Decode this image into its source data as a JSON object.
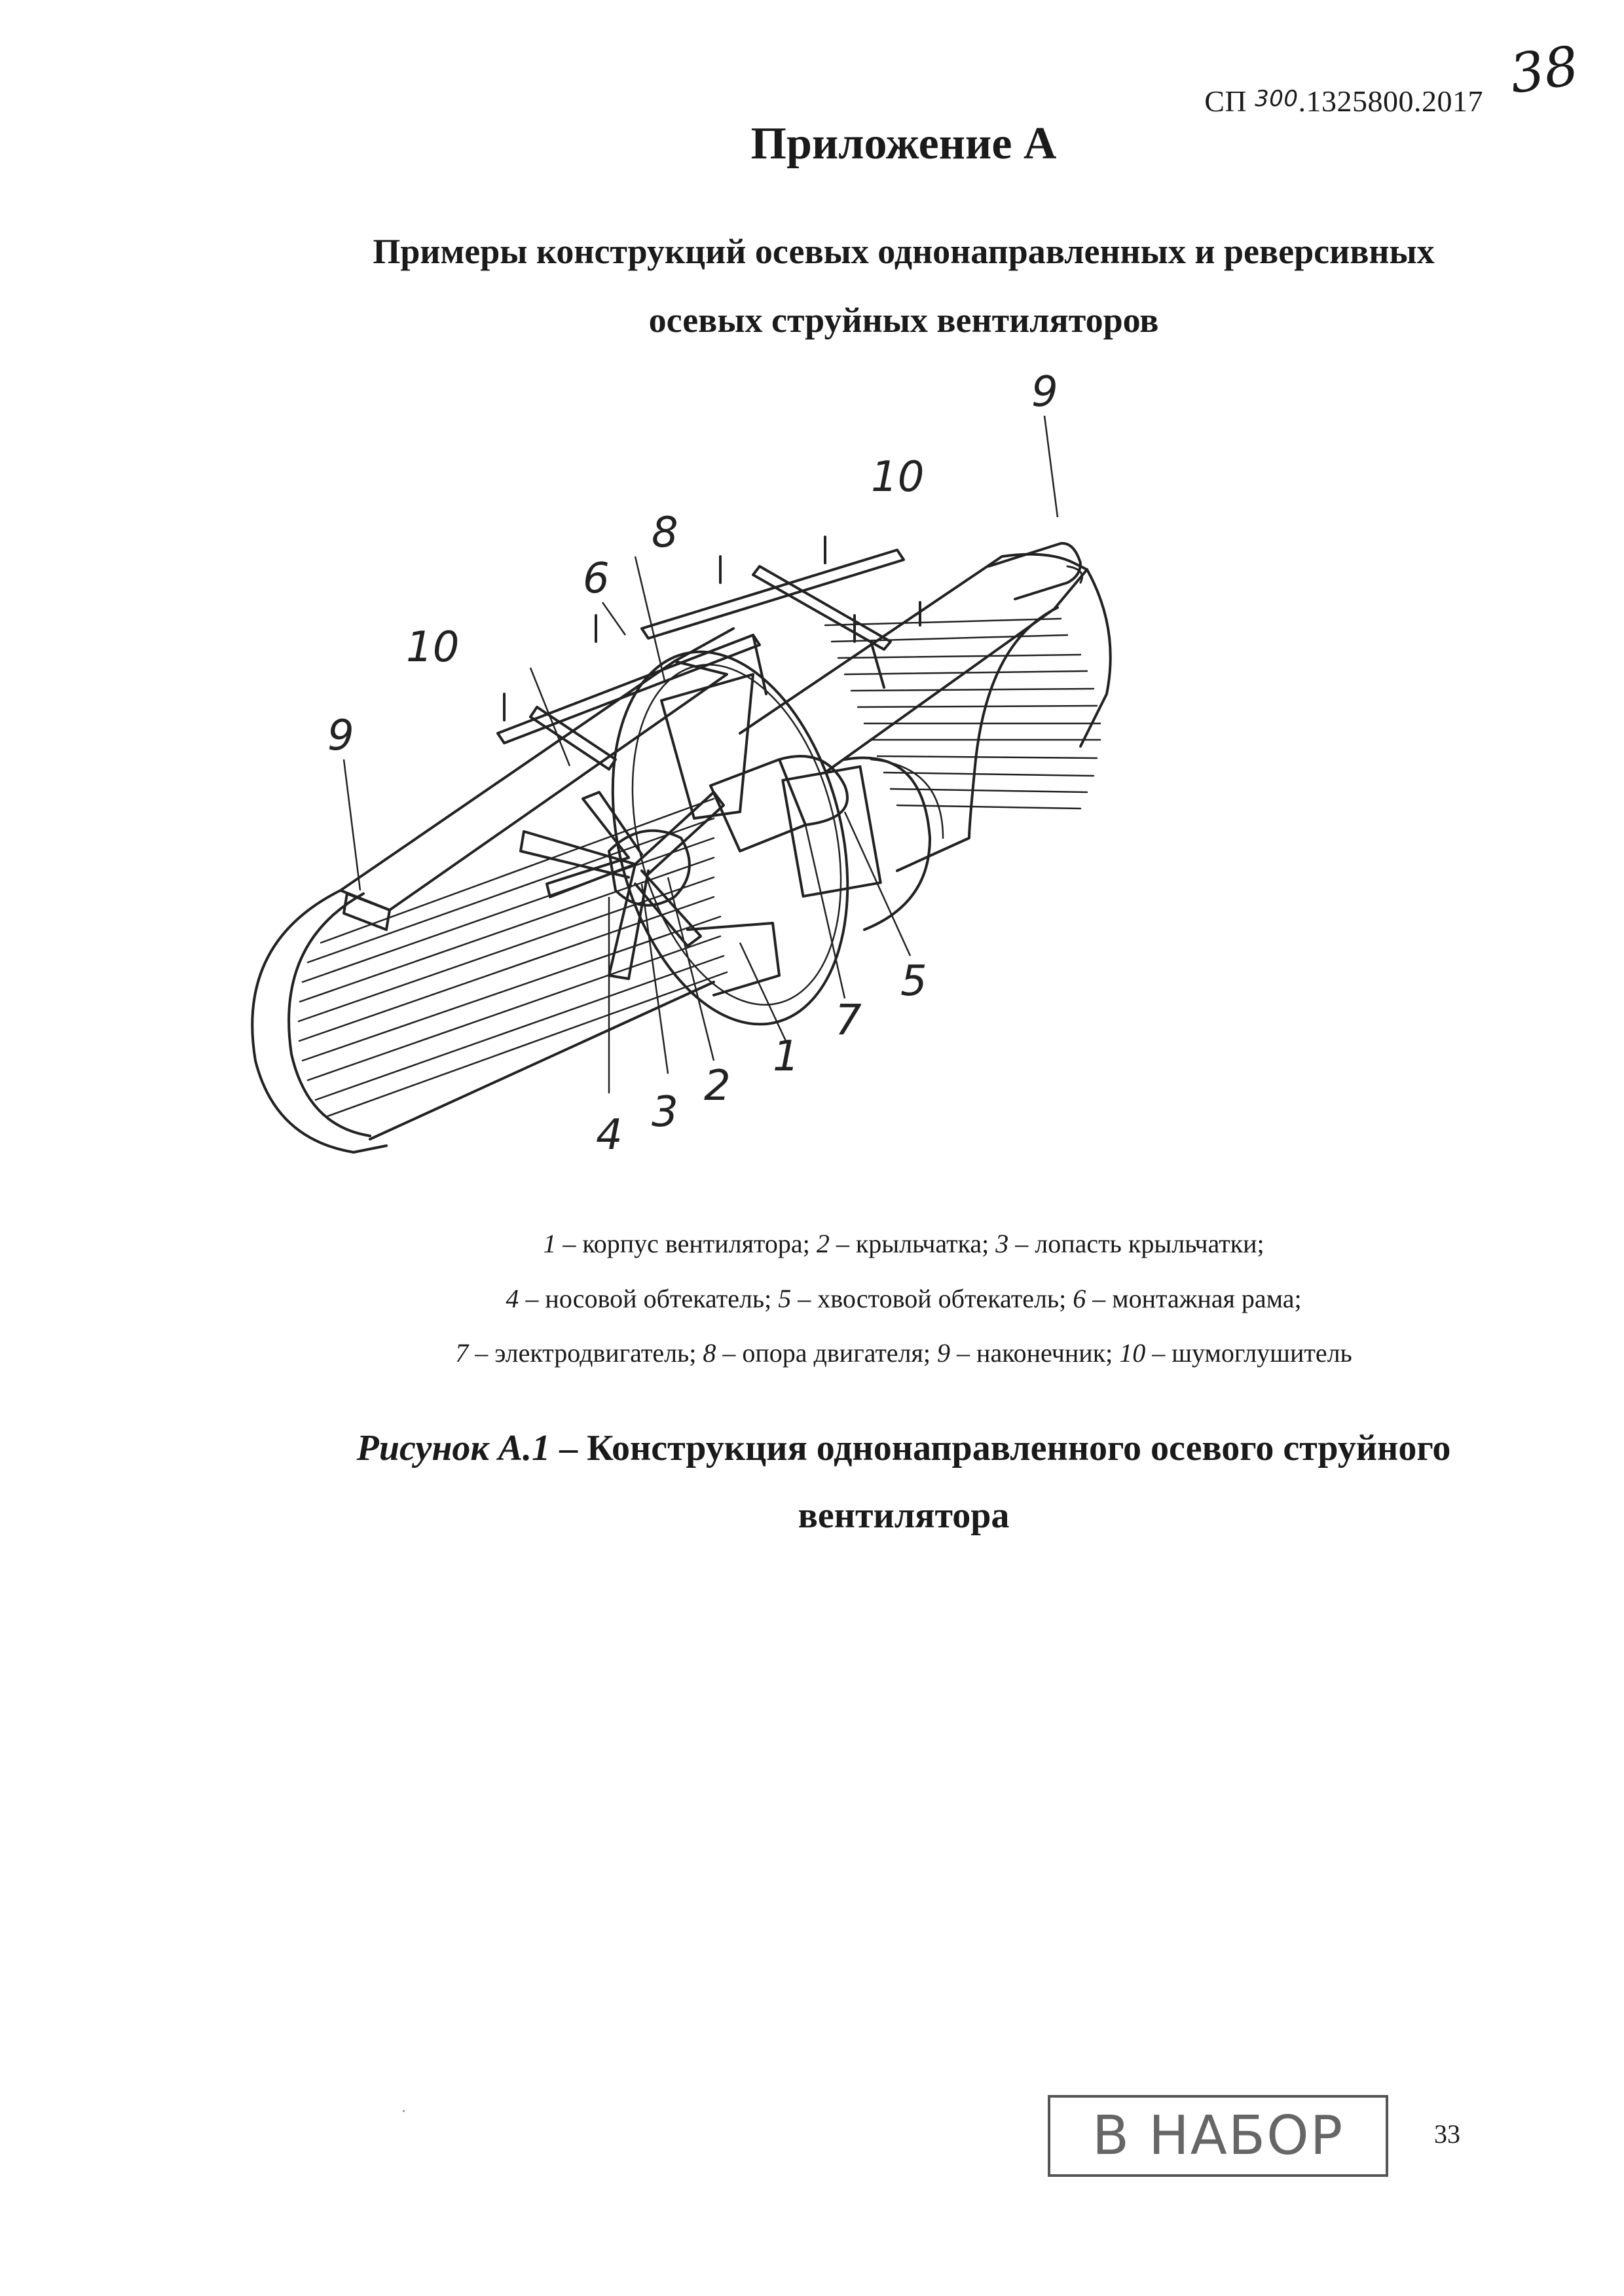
{
  "header": {
    "doc_prefix": "СП ",
    "doc_handwritten": "300",
    "doc_suffix": ".1325800.2017",
    "handwritten_page": "38"
  },
  "appendix_title": "Приложение А",
  "subtitle": {
    "line1": "Примеры конструкций осевых однонаправленных и реверсивных",
    "line2": "осевых струйных вентиляторов"
  },
  "figure": {
    "callouts": [
      "1",
      "2",
      "3",
      "4",
      "5",
      "6",
      "7",
      "8",
      "9",
      "10",
      "9",
      "10"
    ]
  },
  "legend": [
    [
      {
        "n": "1",
        "t": " – корпус вентилятора; "
      },
      {
        "n": "2",
        "t": " – крыльчатка; "
      },
      {
        "n": "3",
        "t": " – лопасть крыльчатки;"
      }
    ],
    [
      {
        "n": "4",
        "t": " – носовой обтекатель; "
      },
      {
        "n": "5",
        "t": " – хвостовой обтекатель; "
      },
      {
        "n": "6",
        "t": " – монтажная рама;"
      }
    ],
    [
      {
        "n": "7",
        "t": " – электродвигатель; "
      },
      {
        "n": "8",
        "t": " – опора двигателя; "
      },
      {
        "n": "9",
        "t": " – наконечник; "
      },
      {
        "n": "10",
        "t": " – шумоглушитель"
      }
    ]
  ],
  "caption": {
    "label": "Рисунок А.1",
    "dash": " – ",
    "line1": "Конструкция однонаправленного осевого струйного",
    "line2": "вентилятора"
  },
  "stamp": "В НАБОР",
  "page_number": "33"
}
